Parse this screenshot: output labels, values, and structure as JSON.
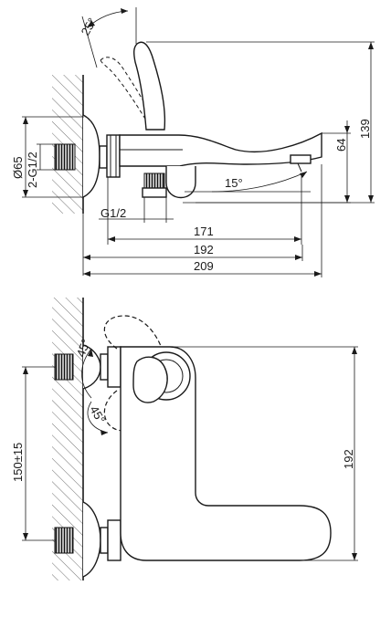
{
  "side_view": {
    "dim_width_171": "171",
    "dim_width_192": "192",
    "dim_width_209": "209",
    "dim_height_139": "139",
    "dim_height_64": "64",
    "dim_diameter": "Ø65",
    "dim_thread_pair": "2-G1/2",
    "dim_thread_outlet": "G1/2",
    "angle_lever": "25°",
    "angle_spout": "15°"
  },
  "top_view": {
    "angle_upper": "45°",
    "angle_lower": "45°",
    "dim_spacing": "150±15",
    "dim_reach": "192"
  }
}
